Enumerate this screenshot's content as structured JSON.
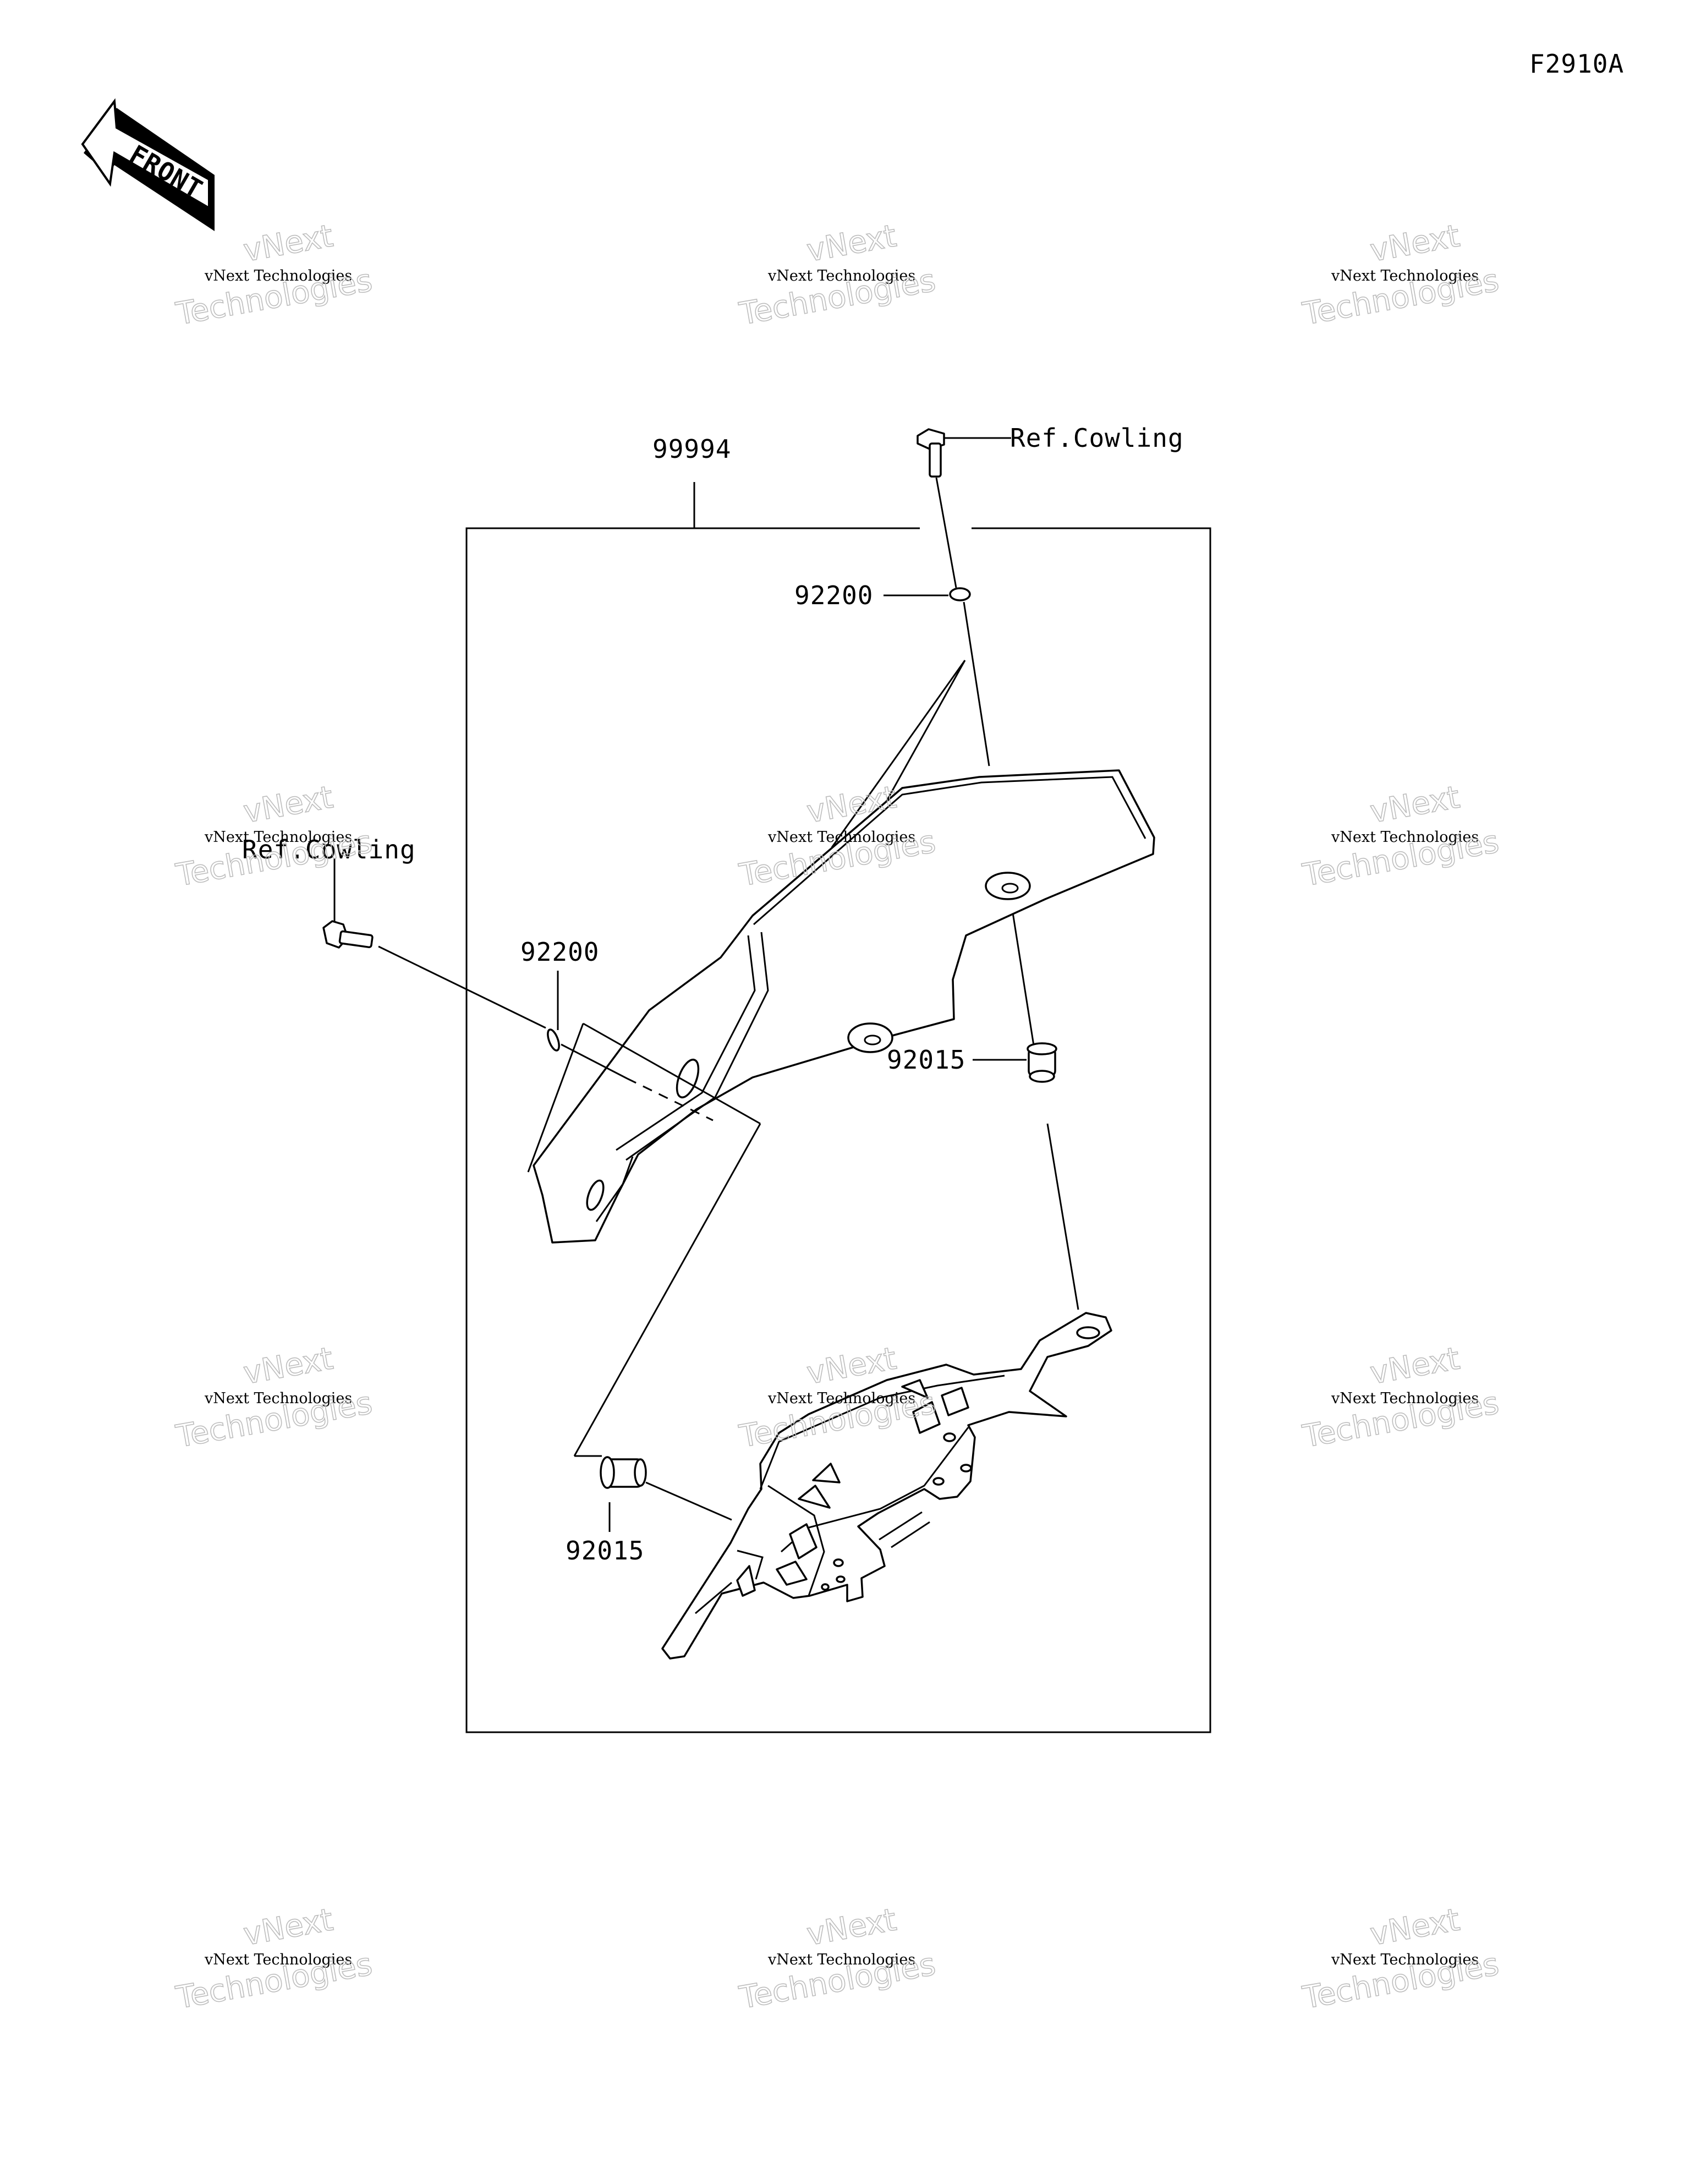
{
  "figure_code": "F2910A",
  "front_badge": "FRONT",
  "assembly": {
    "part_no": "99994"
  },
  "callouts": {
    "ref_cowling_top": "Ref.Cowling",
    "ref_cowling_left": "Ref.Cowling",
    "washer_top": "92200",
    "washer_left": "92200",
    "collar_right": "92015",
    "collar_bottom": "92015"
  },
  "watermark": {
    "line_small": "vNext Technologies",
    "line_big_1": "vNext",
    "line_big_2": "Technologies"
  }
}
